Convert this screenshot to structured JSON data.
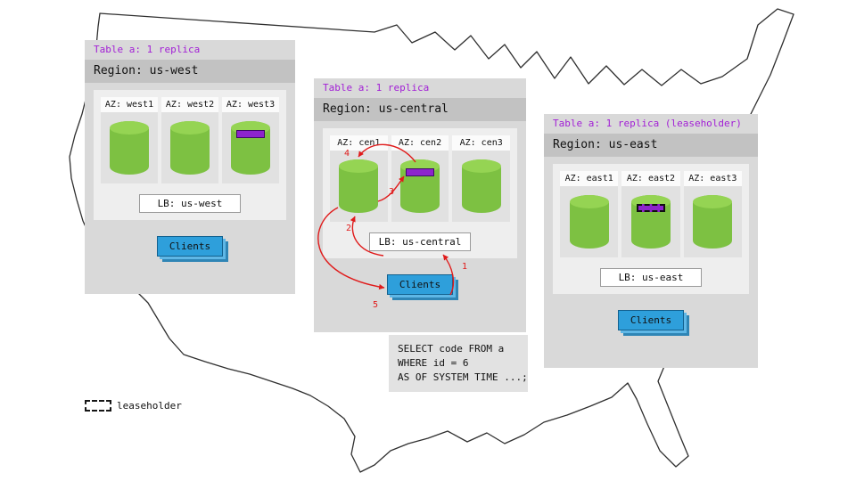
{
  "map": {
    "region_name": "united-states-outline"
  },
  "panels": [
    {
      "table_label": "Table a: 1 replica",
      "region_label": "Region: us-west",
      "azs": [
        {
          "label": "AZ: west1",
          "replica": "none"
        },
        {
          "label": "AZ: west2",
          "replica": "none"
        },
        {
          "label": "AZ: west3",
          "replica": "replica"
        }
      ],
      "lb_label": "LB: us-west",
      "clients_label": "Clients"
    },
    {
      "table_label": "Table a: 1 replica",
      "region_label": "Region: us-central",
      "azs": [
        {
          "label": "AZ: cen1",
          "replica": "none"
        },
        {
          "label": "AZ: cen2",
          "replica": "replica"
        },
        {
          "label": "AZ: cen3",
          "replica": "none"
        }
      ],
      "lb_label": "LB: us-central",
      "clients_label": "Clients"
    },
    {
      "table_label": "Table a: 1 replica (leaseholder)",
      "region_label": "Region: us-east",
      "azs": [
        {
          "label": "AZ: east1",
          "replica": "none"
        },
        {
          "label": "AZ: east2",
          "replica": "leaseholder"
        },
        {
          "label": "AZ: east3",
          "replica": "none"
        }
      ],
      "lb_label": "LB: us-east",
      "clients_label": "Clients"
    }
  ],
  "arrows": [
    {
      "label": "1"
    },
    {
      "label": "2"
    },
    {
      "label": "3"
    },
    {
      "label": "4"
    },
    {
      "label": "5"
    }
  ],
  "sql_box": {
    "line1": "SELECT code FROM a",
    "line2": "WHERE id = 6",
    "line3": "AS OF SYSTEM TIME ...;"
  },
  "legend": {
    "label": "leaseholder"
  },
  "colors": {
    "replica_green": "#7dc142",
    "replica_purple": "#8d24cc",
    "clients_blue": "#2e9fdb",
    "arrow_red": "#e01b1b",
    "table_label_purple": "#a21fd6"
  }
}
